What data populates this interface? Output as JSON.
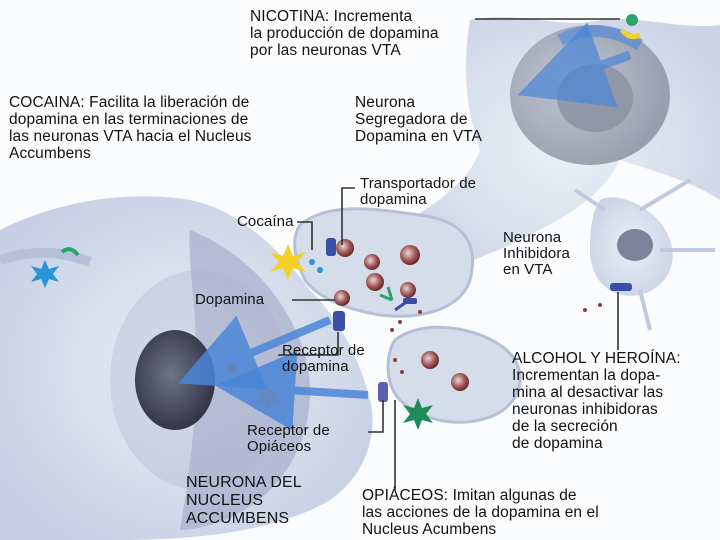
{
  "labels": {
    "nicotina": "NICOTINA: Incrementa\nla producción de dopamina\npor las neuronas VTA",
    "cocaina_efecto": "COCAINA: Facilita la liberación de\ndopamina en las terminaciones de\nlas neuronas VTA hacia el Nucleus\nAccumbens",
    "neurona_vta": "Neurona\nSegregadora de\nDopamina en VTA",
    "transportador": "Transportador de\ndopamina",
    "cocaina": "Cocaína",
    "neurona_inhibidora": "Neurona\nInhibidora\nen VTA",
    "dopamina": "Dopamina",
    "receptor_dopamina": "Receptor de\ndopamina",
    "alcohol_heroina": "ALCOHOL Y HEROÍNA:\nIncrementan la dopa-\nmina al desactivar las\nneuronas inhibidoras\nde la secreción\nde dopamina",
    "receptor_opiaceos": "Receptor de\nOpiáceos",
    "neurona_nucleus": "NEURONA DEL\nNUCLEUS\nACCUMBENS",
    "opiaceos": "OPIÁCEOS: Imitan algunas de\nlas acciones de la dopamina en el\nNucleus Acumbens"
  },
  "colors": {
    "membrane": "#c9d3e6",
    "cytoplasm": "#dde4f0",
    "nucleus": "#a9b1c9",
    "dopamine_vesicle": "#8e3b3b",
    "cocaine": "#f4d02a",
    "receptor": "#3b4fa8",
    "signal_arrow": "#4a86d8",
    "opioid": "#1f8a5a",
    "starburst": "#2a95d6"
  }
}
